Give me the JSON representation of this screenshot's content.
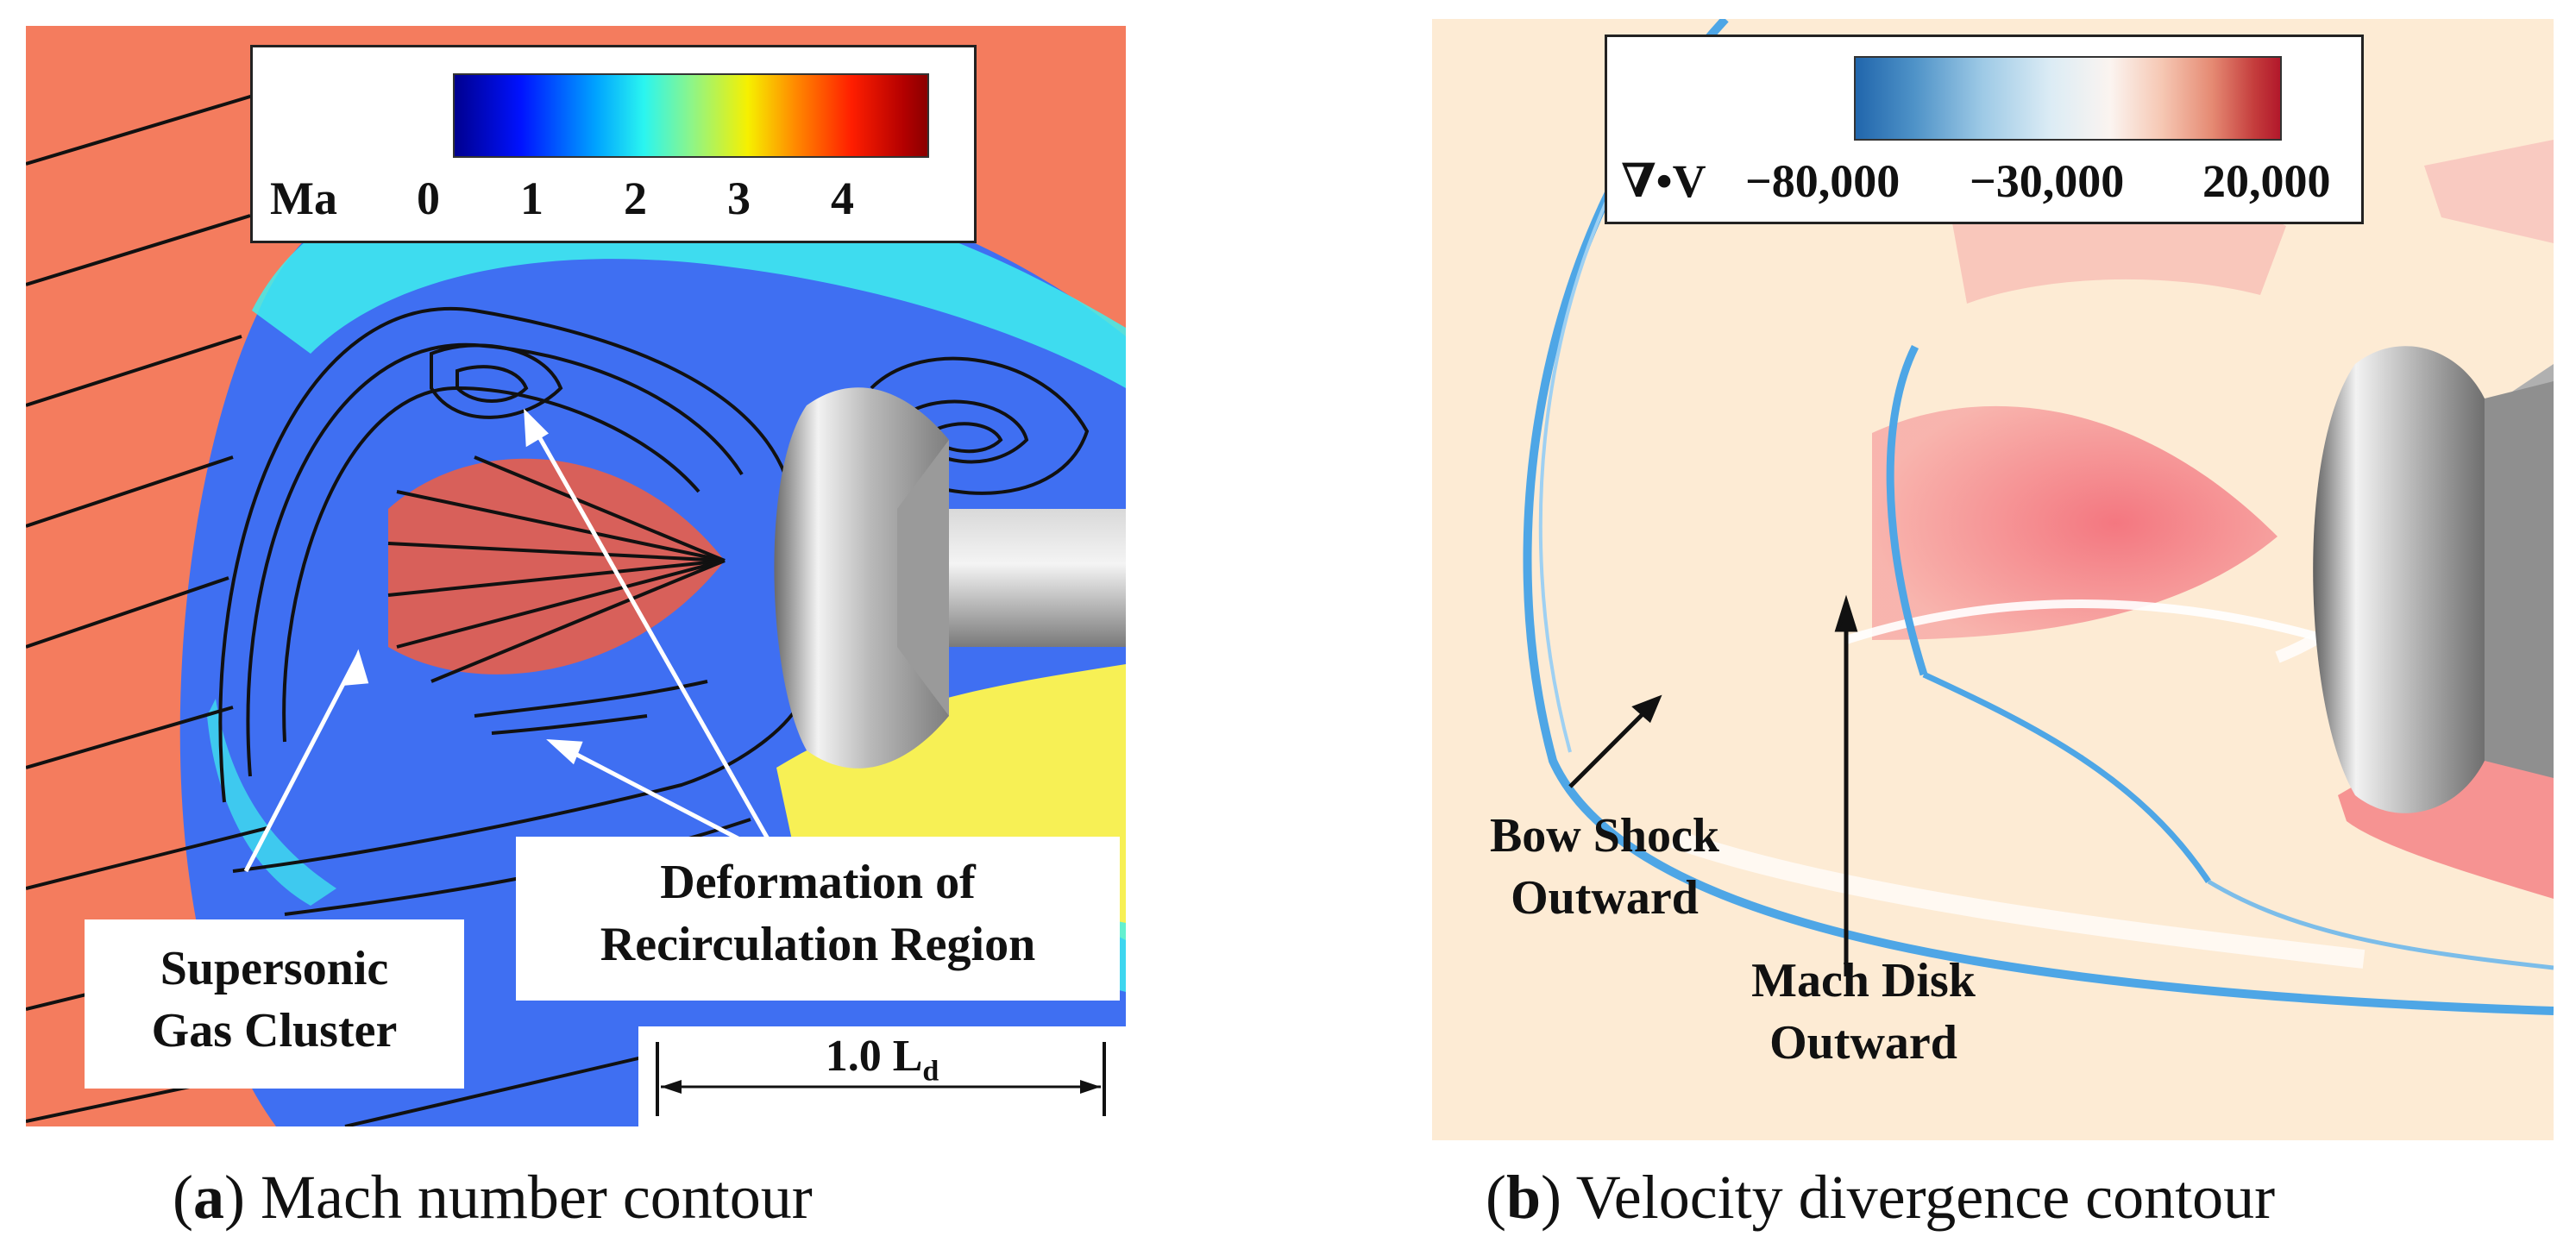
{
  "panel_a": {
    "legend": {
      "variable": "Ma",
      "ticks": [
        "0",
        "1",
        "2",
        "3",
        "4"
      ]
    },
    "annotations": {
      "deformation_line1": "Deformation of",
      "deformation_line2": "Recirculation Region",
      "supersonic_line1": "Supersonic",
      "supersonic_line2": "Gas Cluster"
    },
    "scale_bar": {
      "value": "1.0 L",
      "subscript": "d"
    },
    "caption": {
      "letter": "a",
      "text": "Mach number contour"
    }
  },
  "panel_b": {
    "legend": {
      "variable": "∇•V",
      "ticks": [
        "−80,000",
        "−30,000",
        "20,000"
      ]
    },
    "annotations": {
      "bow_line1": "Bow Shock",
      "bow_line2": "Outward",
      "mach_line1": "Mach Disk",
      "mach_line2": "Outward"
    },
    "caption": {
      "letter": "b",
      "text": "Velocity divergence contour"
    }
  },
  "colors": {
    "freestream_orange": "#f47c5e",
    "mach_blue": "#3f6ff2",
    "mach_cyan": "#3ef0ee",
    "mach_yellow": "#f7f055",
    "jet_red": "#d8605a",
    "div_background": "#fdebd4",
    "div_shock_blue": "#4ea6e6",
    "div_pink": "#f2757c",
    "body_gray": "#a9a9a9"
  }
}
